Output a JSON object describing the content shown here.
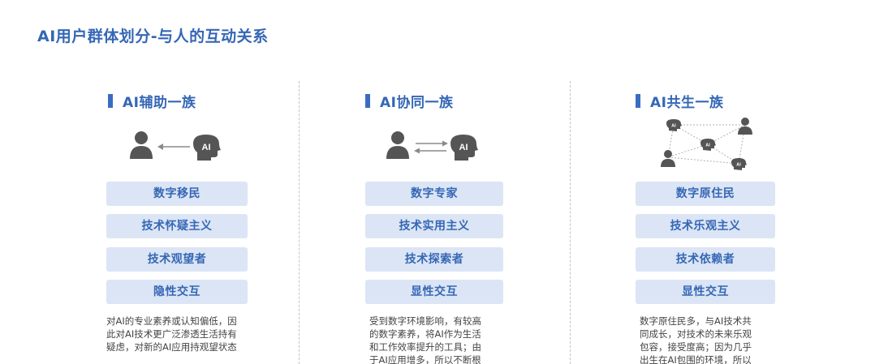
{
  "page_title": "AI用户群体划分-与人的互动关系",
  "columns": [
    {
      "heading": "AI辅助一族",
      "illustration_icons": [
        "person-icon",
        "arrow-left-icon",
        "ai-head-icon"
      ],
      "ai_badge": "AI",
      "tags": [
        "数字移民",
        "技术怀疑主义",
        "技术观望者",
        "隐性交互"
      ],
      "description": "对AI的专业素养或认知偏低，因\n此对AI技术更广泛渗透生活持有\n疑虑，对新的AI应用持观望状态"
    },
    {
      "heading": "AI协同一族",
      "illustration_icons": [
        "person-icon",
        "bidirectional-arrows-icon",
        "ai-head-icon"
      ],
      "ai_badge": "AI",
      "tags": [
        "数字专家",
        "技术实用主义",
        "技术探索者",
        "显性交互"
      ],
      "description": "受到数字环境影响，有较高\n的数字素养，将AI作为生活\n和工作效率提升的工具；由\n于AI应用增多，所以不断根"
    },
    {
      "heading": "AI共生一族",
      "illustration_icons": [
        "network-icon",
        "person-icon",
        "ai-head-icon"
      ],
      "ai_badge": "AI",
      "tags": [
        "数字原住民",
        "技术乐观主义",
        "技术依赖者",
        "显性交互"
      ],
      "description": "数字原住民多，与AI技术共\n同成长，对技术的未来乐观\n包容，接受度高；因为几乎\n出生在AI包围的环境，所以"
    }
  ],
  "colors": {
    "title": "#3567b5",
    "marker": "#3a6cc2",
    "tag_bg": "#dbe5f5",
    "tag_text": "#3567b5",
    "icon": "#555555",
    "arrow": "#8a8a8a"
  }
}
